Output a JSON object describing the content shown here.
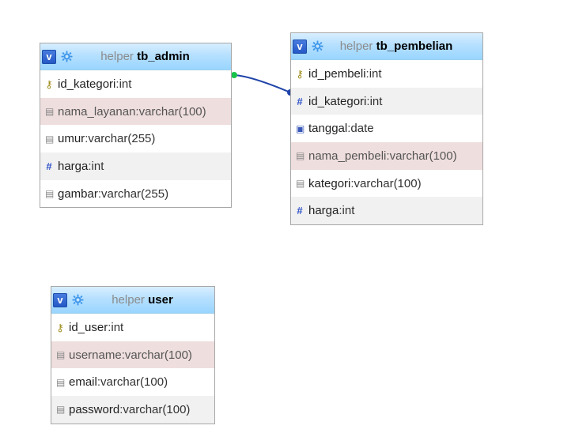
{
  "tables": [
    {
      "schema": "helper",
      "name": "tb_admin",
      "fields": [
        {
          "icon": "key-icon",
          "name": "id_kategori",
          "type": "int",
          "style": "normal"
        },
        {
          "icon": "doc-icon",
          "name": "nama_layanan",
          "type": "varchar(100)",
          "style": "pink"
        },
        {
          "icon": "doc-icon",
          "name": "umur",
          "type": "varchar(255)",
          "style": "normal"
        },
        {
          "icon": "hash-icon",
          "name": "harga",
          "type": "int",
          "style": "alt"
        },
        {
          "icon": "doc-icon",
          "name": "gambar",
          "type": "varchar(255)",
          "style": "normal"
        }
      ]
    },
    {
      "schema": "helper",
      "name": "tb_pembelian",
      "fields": [
        {
          "icon": "key-icon",
          "name": "id_pembeli",
          "type": "int",
          "style": "normal"
        },
        {
          "icon": "hash-icon",
          "name": "id_kategori",
          "type": "int",
          "style": "alt"
        },
        {
          "icon": "calendar-icon",
          "name": "tanggal",
          "type": "date",
          "style": "normal"
        },
        {
          "icon": "doc-icon",
          "name": "nama_pembeli",
          "type": "varchar(100)",
          "style": "pink"
        },
        {
          "icon": "doc-icon",
          "name": "kategori",
          "type": "varchar(100)",
          "style": "normal"
        },
        {
          "icon": "hash-icon",
          "name": "harga",
          "type": "int",
          "style": "alt"
        }
      ]
    },
    {
      "schema": "helper",
      "name": "user",
      "fields": [
        {
          "icon": "key-icon",
          "name": "id_user",
          "type": "int",
          "style": "normal"
        },
        {
          "icon": "doc-icon",
          "name": "username",
          "type": "varchar(100)",
          "style": "pink"
        },
        {
          "icon": "doc-icon",
          "name": "email",
          "type": "varchar(100)",
          "style": "normal"
        },
        {
          "icon": "doc-icon",
          "name": "password",
          "type": "varchar(100)",
          "style": "alt"
        }
      ]
    }
  ],
  "header_badge": "v",
  "colors": {
    "relation": "#1f43a8",
    "start_dot": "#18c24a",
    "end_dot": "#1f43a8"
  }
}
